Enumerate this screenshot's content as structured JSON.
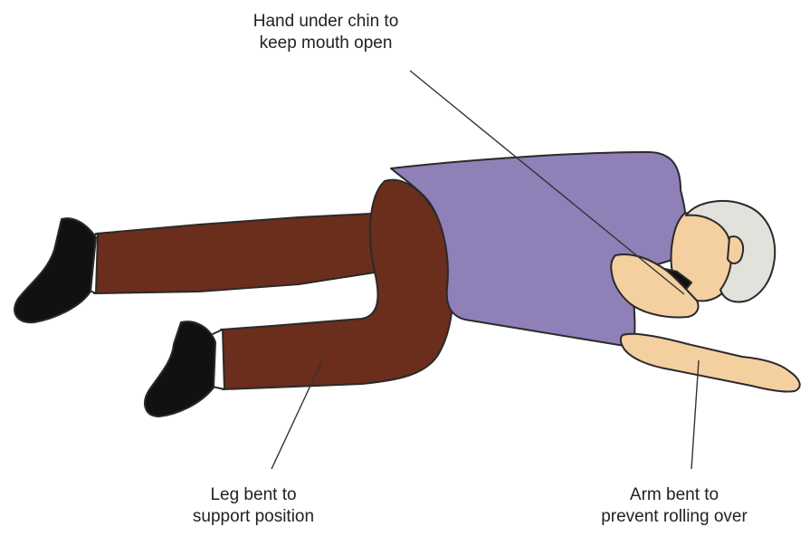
{
  "labels": {
    "hand_under_chin": {
      "line1": "Hand under chin to",
      "line2": "keep mouth open"
    },
    "leg_bent": {
      "line1": "Leg bent to",
      "line2": "support position"
    },
    "arm_bent": {
      "line1": "Arm bent to",
      "line2": "prevent rolling over"
    }
  },
  "colors": {
    "shirt": "#8f80b8",
    "trousers": "#6b2d1c",
    "skin": "#f4cfa0",
    "hair": "#e2e2dc",
    "shoes": "#111111",
    "socks": "#ffffff",
    "outline": "#2a2a2a",
    "leader_line": "#333333"
  }
}
